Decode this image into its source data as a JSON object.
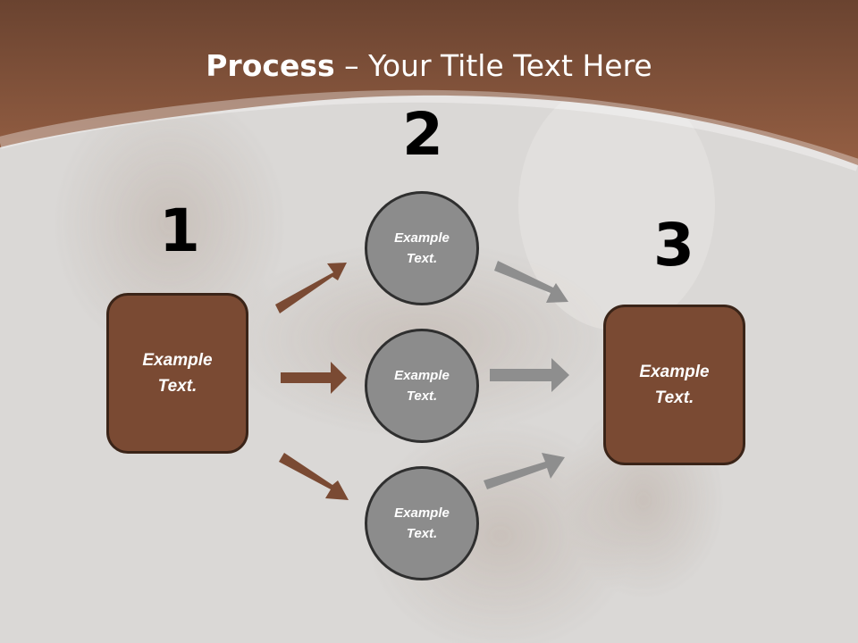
{
  "title": {
    "bold": "Process",
    "rest": " – Your Title Text Here"
  },
  "steps": {
    "one": "1",
    "two": "2",
    "three": "3"
  },
  "left_box": {
    "line1": "Example",
    "line2": "Text."
  },
  "right_box": {
    "line1": "Example",
    "line2": "Text."
  },
  "circles": [
    {
      "line1": "Example",
      "line2": "Text."
    },
    {
      "line1": "Example",
      "line2": "Text."
    },
    {
      "line1": "Example",
      "line2": "Text."
    }
  ],
  "colors": {
    "header_brown": "#7d4f36",
    "box_fill": "#7a4a33",
    "circle_fill": "#8c8c8c",
    "arrow_brown": "#7a4a33",
    "arrow_gray": "#8e8e8e"
  }
}
